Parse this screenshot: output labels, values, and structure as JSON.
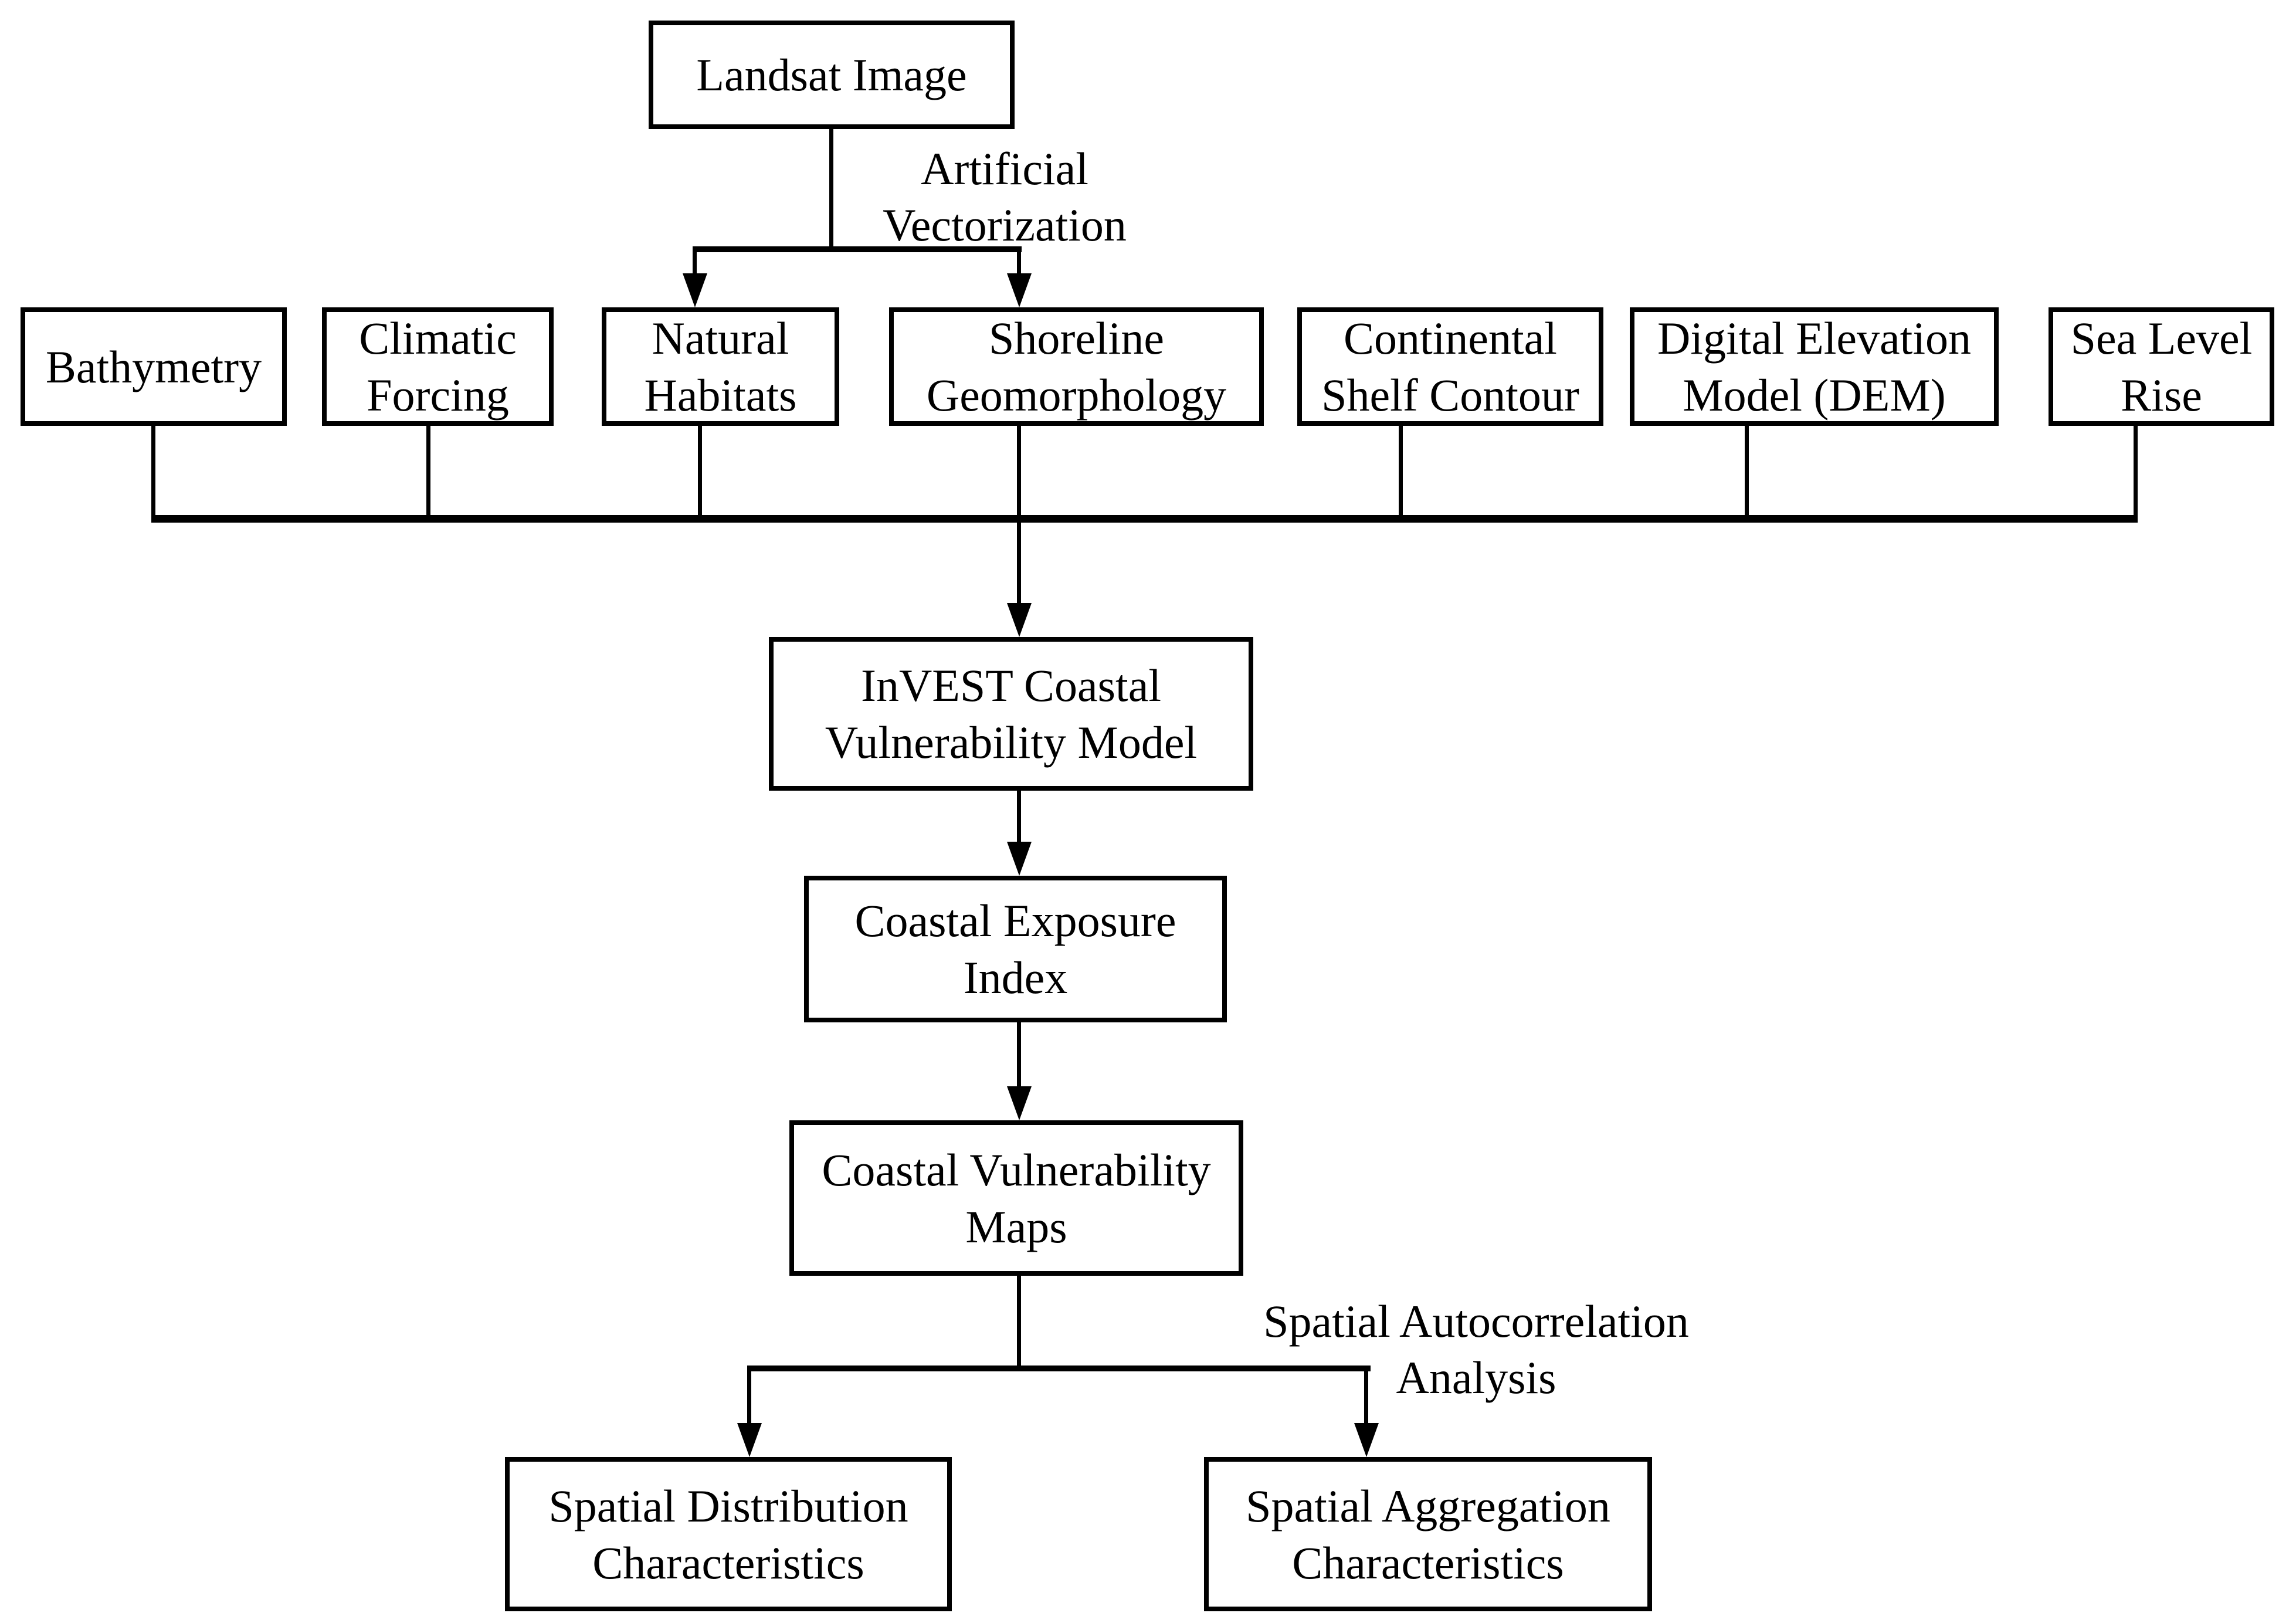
{
  "colors": {
    "line": "#000000",
    "background": "#ffffff"
  },
  "nodes": {
    "landsat": {
      "label": "Landsat Image"
    },
    "bathymetry": {
      "label": "Bathymetry"
    },
    "climatic": {
      "label": "Climatic\nForcing"
    },
    "natural": {
      "label": "Natural\nHabitats"
    },
    "shoreline": {
      "label": "Shoreline\nGeomorphology"
    },
    "continental": {
      "label": "Continental\nShelf Contour"
    },
    "dem": {
      "label": "Digital Elevation\nModel (DEM)"
    },
    "sealevel": {
      "label": "Sea Level\nRise"
    },
    "invest": {
      "label": "InVEST Coastal\nVulnerability Model"
    },
    "exposure": {
      "label": "Coastal Exposure\nIndex"
    },
    "maps": {
      "label": "Coastal Vulnerability\nMaps"
    },
    "distribution": {
      "label": "Spatial Distribution\nCharacteristics"
    },
    "aggregation": {
      "label": "Spatial Aggregation\nCharacteristics"
    }
  },
  "edge_labels": {
    "artificial_vectorization": "Artificial\nVectorization",
    "spatial_autocorrelation": "Spatial Autocorrelation\nAnalysis"
  }
}
